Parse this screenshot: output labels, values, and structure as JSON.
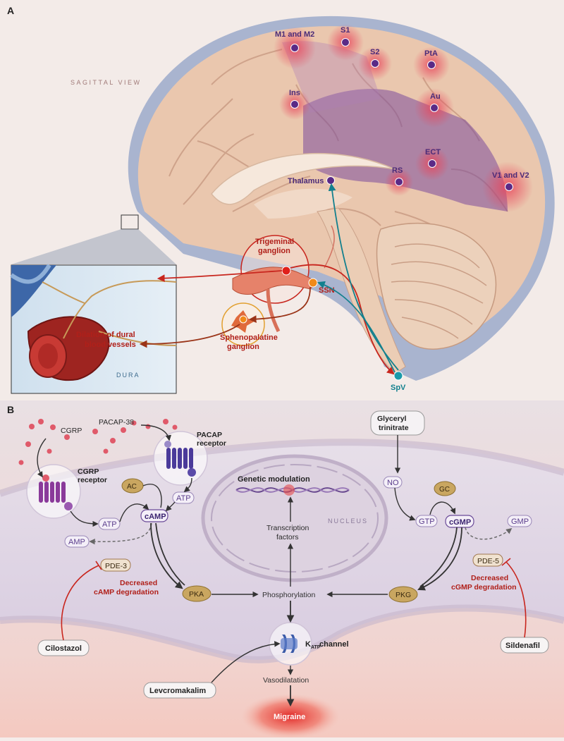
{
  "panel_a": {
    "letter": "A",
    "view_label": "SAGITTAL VIEW",
    "regions": [
      "M1 and M2",
      "S1",
      "S2",
      "PtA",
      "Ins",
      "Au",
      "ECT",
      "RS",
      "V1 and V2",
      "Thalamus"
    ],
    "trigeminal_label": "Trigeminal ganglion",
    "trigeminal_label_lines": [
      "Trigeminal",
      "ganglion"
    ],
    "ssn_label": "SSN",
    "spheno_label_lines": [
      "Sphenopalatine",
      "ganglion"
    ],
    "spv_label": "SpV",
    "dilation_label_lines": [
      "Dilation of dural",
      "blood vessels"
    ],
    "dura_label": "DURA"
  },
  "panel_b": {
    "letter": "B",
    "cgrp": "CGRP",
    "pacap": "PACAP-38",
    "pacap_receptor_lines": [
      "PACAP",
      "receptor"
    ],
    "cgrp_receptor_lines": [
      "CGRP",
      "receptor"
    ],
    "gtn_lines": [
      "Glyceryl",
      "trinitrate"
    ],
    "ac": "AC",
    "atp_left": "ATP",
    "atp_right": "ATP",
    "camp": "cAMP",
    "amp": "AMP",
    "pde3": "PDE-3",
    "pde3_note_lines": [
      "Decreased",
      "cAMP degradation"
    ],
    "genetic": "Genetic modulation",
    "nucleus": "NUCLEUS",
    "transcription_lines": [
      "Transcription",
      "factors"
    ],
    "no": "NO",
    "gc": "GC",
    "gtp": "GTP",
    "cgmp": "cGMP",
    "gmp": "GMP",
    "pde5": "PDE-5",
    "pde5_note_lines": [
      "Decreased",
      "cGMP degradation"
    ],
    "pka": "PKA",
    "pkg": "PKG",
    "phosphorylation": "Phosphorylation",
    "katp_k": "K",
    "katp_sub": "ATP",
    "katp_rest": " channel",
    "cilostazol": "Cilostazol",
    "sildenafil": "Sildenafil",
    "levcromakalim": "Levcromakalim",
    "vasodilatation": "Vasodilatation",
    "migraine": "Migraine"
  }
}
